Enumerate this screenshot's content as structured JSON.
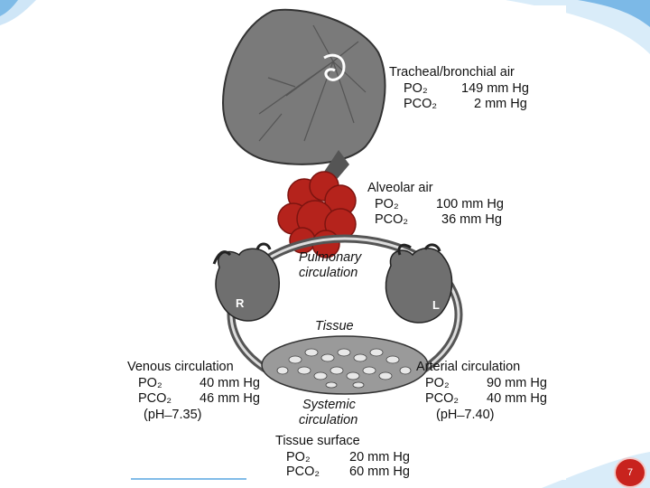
{
  "colors": {
    "accent_blue": "#2f8fd8",
    "page_badge": "#c8231e",
    "alveoli_red": "#b5231c"
  },
  "tracheal": {
    "title": "Tracheal/bronchial air",
    "po2_label": "PO₂",
    "po2_value": "149 mm Hg",
    "pco2_label": "PCO₂",
    "pco2_value": "2 mm Hg"
  },
  "alveolar": {
    "title": "Alveolar air",
    "po2_label": "PO₂",
    "po2_value": "100  mm Hg",
    "pco2_label": "PCO₂",
    "pco2_value": "36 mm Hg"
  },
  "pulmonary": {
    "line1": "Pulmonary",
    "line2": "circulation"
  },
  "heart_right": "R",
  "heart_left": "L",
  "tissue_label": "Tissue",
  "venous": {
    "title": "Venous circulation",
    "po2_label": "PO₂",
    "po2_value": "40 mm Hg",
    "pco2_label": "PCO₂",
    "pco2_value": "46 mm Hg",
    "ph": "(pH  ̶  7.35)"
  },
  "arterial": {
    "title": "Arterial circulation",
    "po2_label": "PO₂",
    "po2_value": "90 mm Hg",
    "pco2_label": "PCO₂",
    "pco2_value": "40 mm Hg",
    "ph": "(pH  ̶  7.40)"
  },
  "systemic": {
    "line1": "Systemic",
    "line2": "circulation"
  },
  "tissue_surface": {
    "title": "Tissue surface",
    "po2_label": "PO₂",
    "po2_value": "20 mm Hg",
    "pco2_label": "PCO₂",
    "pco2_value": "60 mm Hg"
  },
  "page_number": "7"
}
